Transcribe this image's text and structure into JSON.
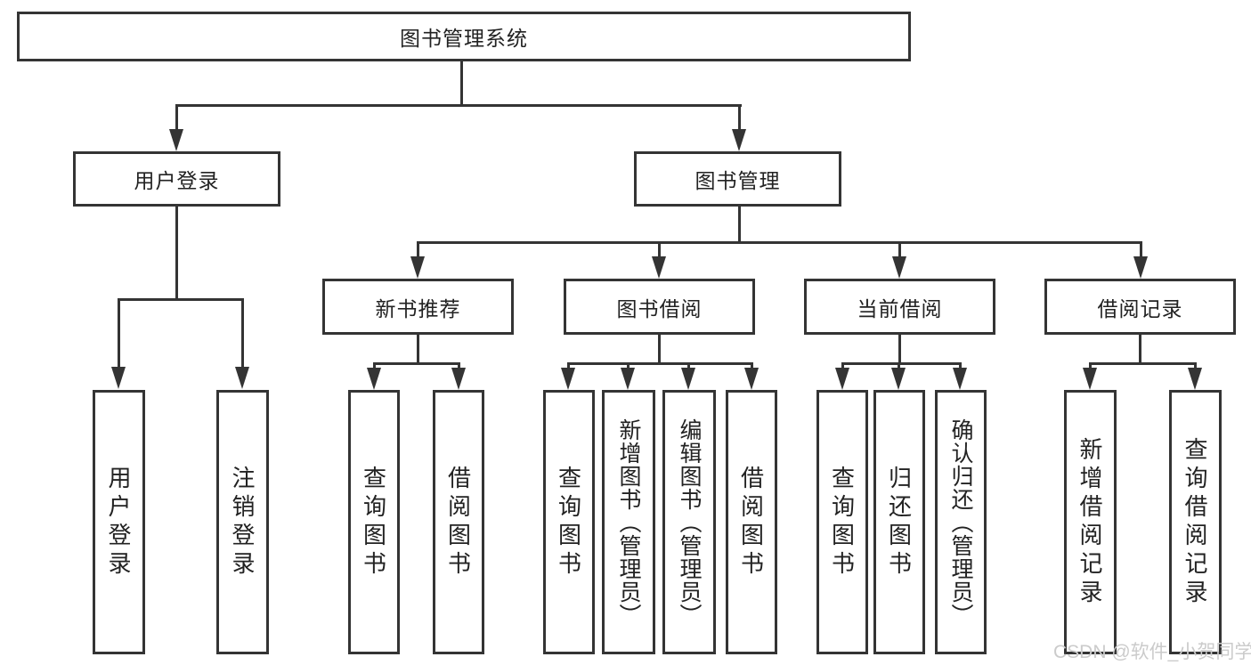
{
  "nodes": {
    "root": "图书管理系统",
    "user_login": "用户登录",
    "book_mgmt": "图书管理",
    "new_book_rec": "新书推荐",
    "book_borrow": "图书借阅",
    "current_borrow": "当前借阅",
    "borrow_records": "借阅记录",
    "leaf_user_login": "用户登录",
    "leaf_logout": "注销登录",
    "leaf_query_book_1": "查询图书",
    "leaf_borrow_book_1": "借阅图书",
    "leaf_query_book_2": "查询图书",
    "leaf_add_book": "新增图书（管理员）",
    "leaf_edit_book": "编辑图书（管理员）",
    "leaf_borrow_book_2": "借阅图书",
    "leaf_query_book_3": "查询图书",
    "leaf_return_book": "归还图书",
    "leaf_confirm_return": "确认归还（管理员）",
    "leaf_add_record": "新增借阅记录",
    "leaf_query_record": "查询借阅记录"
  },
  "watermark": "CSDN @软件_小贺同学",
  "colors": {
    "line": "#343434",
    "text": "#222222",
    "watermark": "#cbcbcb",
    "background": "#ffffff"
  }
}
